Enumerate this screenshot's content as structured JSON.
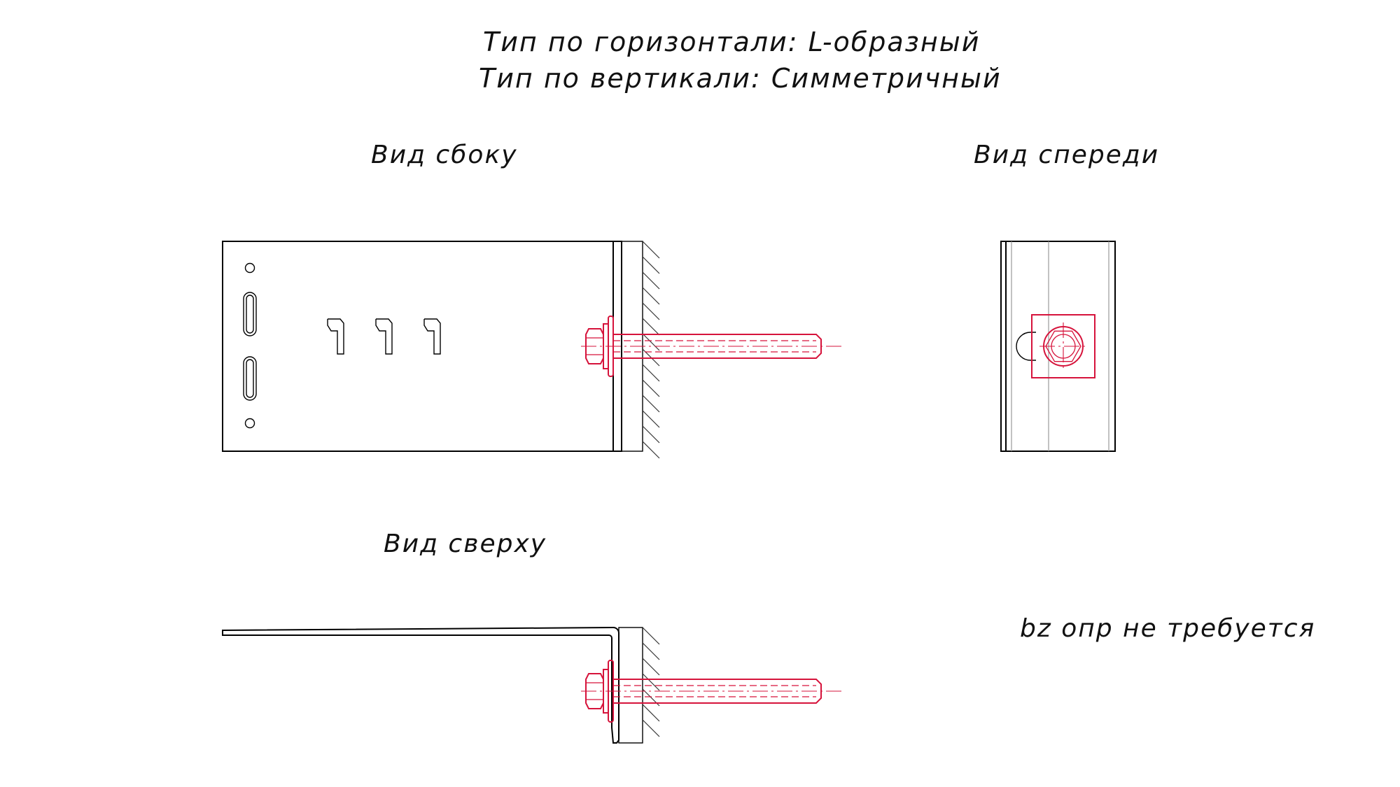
{
  "header": {
    "type_horizontal": "Тип по горизонтали: L-образный",
    "type_vertical": "Тип по вертикали: Симметричный"
  },
  "views": {
    "side": "Вид сбоку",
    "front": "Вид спереди",
    "top": "Вид сверху"
  },
  "note": "bz опр не требуется",
  "colors": {
    "outline": "#000000",
    "fastener": "#d6133b",
    "hidden": "#9a9a9a"
  }
}
